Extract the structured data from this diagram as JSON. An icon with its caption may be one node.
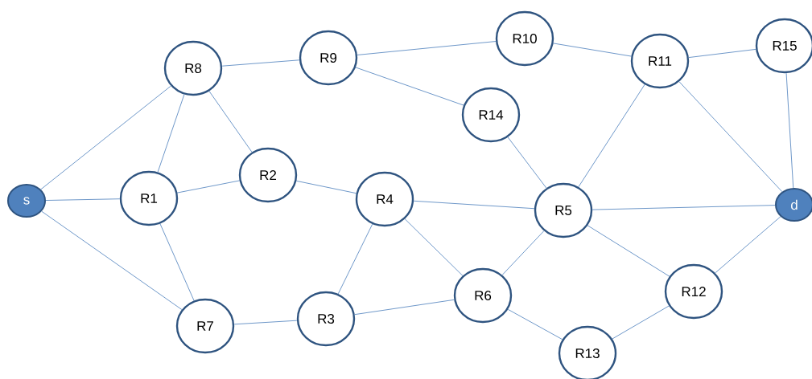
{
  "diagram": {
    "nodes": [
      {
        "text": [
          "s"
        ]
      },
      {
        "text": [
          "R8"
        ]
      },
      {
        "text": [
          "R9"
        ]
      },
      {
        "text": [
          "R10"
        ]
      },
      {
        "text": [
          "R11"
        ]
      },
      {
        "text": [
          "R15"
        ]
      },
      {
        "text": [
          "R14"
        ]
      },
      {
        "text": [
          "R1"
        ]
      },
      {
        "text": [
          "R2"
        ]
      },
      {
        "text": [
          "R4"
        ]
      },
      {
        "text": [
          "R5"
        ]
      },
      {
        "text": [
          "d"
        ]
      },
      {
        "text": [
          "R12"
        ]
      },
      {
        "text": [
          "R6"
        ]
      },
      {
        "text": [
          "R7"
        ]
      },
      {
        "text": [
          "R3"
        ]
      },
      {
        "text": [
          "R13"
        ]
      }
    ],
    "edges": [
      {
        "from": 0,
        "to": 1,
        "arrow": "none"
      },
      {
        "from": 0,
        "to": 7,
        "arrow": "none"
      },
      {
        "from": 0,
        "to": 14,
        "arrow": "none"
      },
      {
        "from": 1,
        "to": 2,
        "arrow": "none"
      },
      {
        "from": 1,
        "to": 7,
        "arrow": "none"
      },
      {
        "from": 1,
        "to": 8,
        "arrow": "none"
      },
      {
        "from": 2,
        "to": 3,
        "arrow": "none"
      },
      {
        "from": 2,
        "to": 6,
        "arrow": "none"
      },
      {
        "from": 3,
        "to": 4,
        "arrow": "none"
      },
      {
        "from": 4,
        "to": 5,
        "arrow": "none"
      },
      {
        "from": 4,
        "to": 10,
        "arrow": "none"
      },
      {
        "from": 4,
        "to": 11,
        "arrow": "none"
      },
      {
        "from": 5,
        "to": 11,
        "arrow": "none"
      },
      {
        "from": 6,
        "to": 10,
        "arrow": "none"
      },
      {
        "from": 7,
        "to": 8,
        "arrow": "none"
      },
      {
        "from": 7,
        "to": 14,
        "arrow": "none"
      },
      {
        "from": 8,
        "to": 9,
        "arrow": "none"
      },
      {
        "from": 9,
        "to": 10,
        "arrow": "none"
      },
      {
        "from": 9,
        "to": 15,
        "arrow": "none"
      },
      {
        "from": 9,
        "to": 13,
        "arrow": "none"
      },
      {
        "from": 10,
        "to": 11,
        "arrow": "none"
      },
      {
        "from": 10,
        "to": 13,
        "arrow": "none"
      },
      {
        "from": 10,
        "to": 12,
        "arrow": "none"
      },
      {
        "from": 12,
        "to": 11,
        "arrow": "none"
      },
      {
        "from": 13,
        "to": 15,
        "arrow": "none"
      },
      {
        "from": 13,
        "to": 16,
        "arrow": "none"
      },
      {
        "from": 16,
        "to": 12,
        "arrow": "none"
      },
      {
        "from": 14,
        "to": 15,
        "arrow": "none"
      }
    ]
  }
}
